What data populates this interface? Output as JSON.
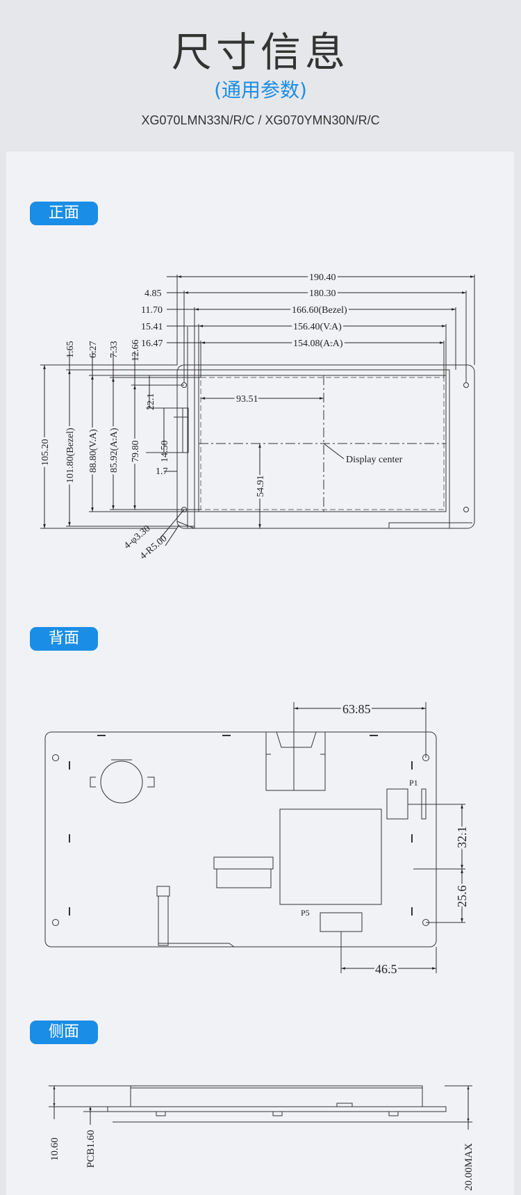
{
  "header": {
    "title": "尺寸信息",
    "subtitle": "(通用参数)",
    "models": "XG070LMN33N/R/C   /   XG070YMN30N/R/C"
  },
  "sections": {
    "front": "正面",
    "back": "背面",
    "side": "侧面"
  },
  "front_dims": {
    "w1": "190.40",
    "w2": "180.30",
    "w3": "166.60(Bezel)",
    "w4": "156.40(V.A)",
    "w5": "154.08(A.A)",
    "o1": "4.85",
    "o2": "11.70",
    "o3": "15.41",
    "o4": "16.47",
    "h1": "105.20",
    "h2": "101.80(Bezel)",
    "h3": "88.80(V.A)",
    "h4": "85.92(A.A)",
    "h5": "79.80",
    "t1": "1.65",
    "t2": "6.27",
    "t3": "7.33",
    "t4": "12.66",
    "d1": "22.1",
    "d2": "14.50",
    "d3": "1.7",
    "d4": "93.51",
    "d5": "54.91",
    "center": "Display center",
    "hole": "4-φ3.30",
    "radius": "4-R5.00"
  },
  "back_dims": {
    "d1": "63.85",
    "d2": "32.1",
    "d3": "25.6",
    "d4": "46.5",
    "p1": "P1",
    "p5": "P5"
  },
  "side_dims": {
    "d1": "10.60",
    "d2": "PCB1.60",
    "d3": "20.00MAX"
  }
}
